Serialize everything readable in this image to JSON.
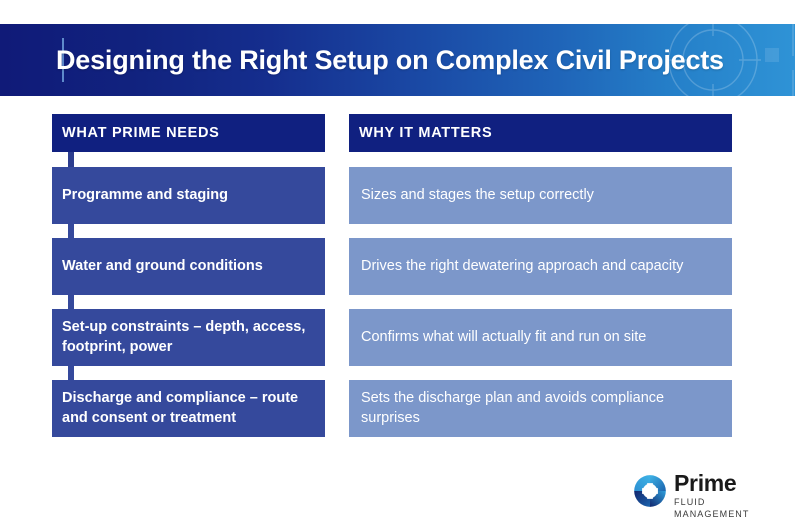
{
  "header": {
    "title": "Designing the Right Setup on Complex Civil Projects",
    "gradient_start": "#101a78",
    "gradient_end": "#2f93d6"
  },
  "table": {
    "columns": [
      {
        "header": "WHAT PRIME NEEDS",
        "header_bg": "#102080",
        "row_bg": "#35499c",
        "rows": [
          {
            "text": "Programme and staging"
          },
          {
            "text": "Water and ground conditions"
          },
          {
            "text": "Set-up constraints – depth, access, footprint, power"
          },
          {
            "text": "Discharge and compliance – route and consent or treatment"
          }
        ]
      },
      {
        "header": "WHY IT MATTERS",
        "header_bg": "#102080",
        "row_bg": "#7c97ca",
        "rows": [
          {
            "text": "Sizes and stages the setup correctly"
          },
          {
            "text": "Drives the right dewatering approach and capacity"
          },
          {
            "text": "Confirms what will actually fit and run on site"
          },
          {
            "text": "Sets the discharge plan and avoids compliance surprises"
          }
        ]
      }
    ]
  },
  "logo": {
    "icon": "pinwheel-logo-icon",
    "word": "Prime",
    "subtitle": "FLUID MANAGEMENT",
    "color_dark": "#12276e",
    "color_light": "#37a8dd"
  }
}
